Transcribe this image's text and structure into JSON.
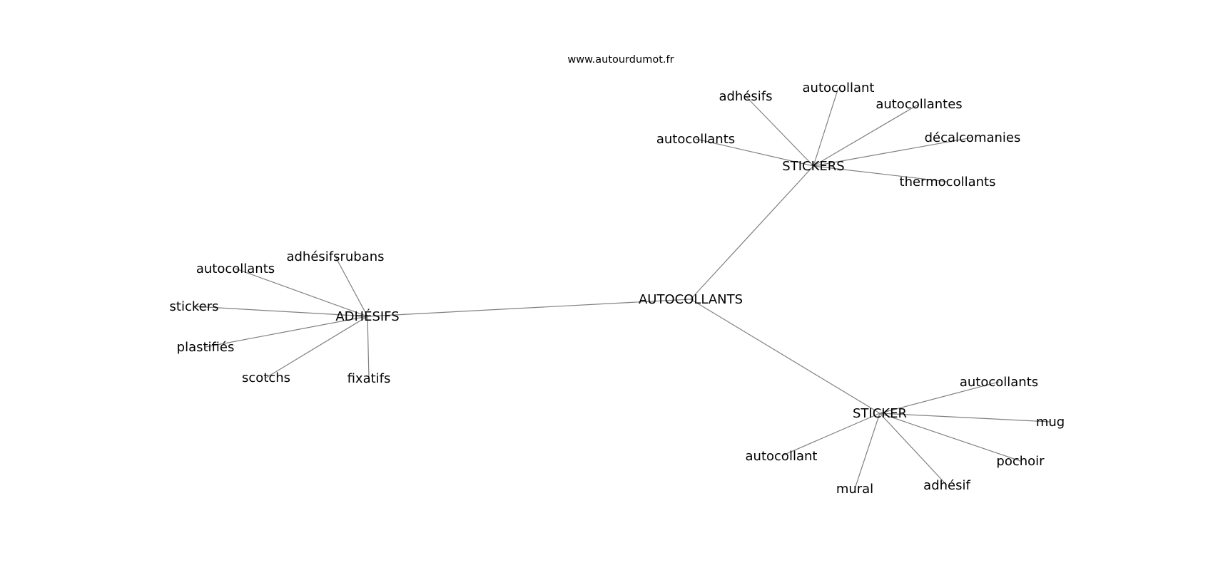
{
  "site": "www.autourdumot.fr",
  "colors": {
    "edge": "#808080",
    "text": "#000000",
    "background": "#ffffff"
  },
  "center": "AUTOCOLLANTS",
  "hubs": [
    {
      "id": "stickers",
      "label": "STICKERS",
      "leaves": [
        "autocollants",
        "adhésifs",
        "autocollant",
        "autocollantes",
        "décalcomanies",
        "thermocollants"
      ]
    },
    {
      "id": "adhesifs",
      "label": "ADHÉSIFS",
      "leaves": [
        "adhésifsrubans",
        "autocollants",
        "stickers",
        "plastifiés",
        "scotchs",
        "fixatifs"
      ]
    },
    {
      "id": "sticker",
      "label": "STICKER",
      "leaves": [
        "autocollants",
        "mug",
        "pochoir",
        "adhésif",
        "mural",
        "autocollant"
      ]
    }
  ]
}
